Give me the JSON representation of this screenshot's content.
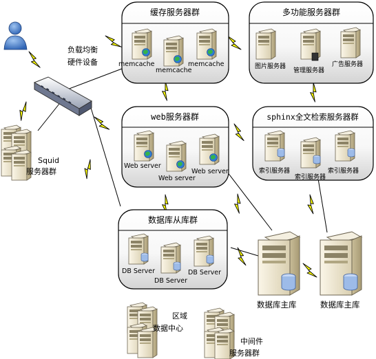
{
  "groups": {
    "cache": {
      "title": "缓存服务器群",
      "servers": [
        "memcache",
        "memcache",
        "memcache"
      ]
    },
    "multi": {
      "title": "多功能服务器群",
      "servers": [
        "图片服务器",
        "管理服务器",
        "广告服务器"
      ]
    },
    "web": {
      "title": "web服务器群",
      "servers": [
        "Web server",
        "Web server",
        "Web server"
      ]
    },
    "sphinx": {
      "title": "sphinx全文检索服务器群",
      "servers": [
        "索引服务器",
        "索引服务器",
        "索引服务器"
      ]
    },
    "dbslave": {
      "title": "数据库从库群",
      "servers": [
        "DB Server",
        "DB Server",
        "DB Server"
      ]
    }
  },
  "loadbalancer": {
    "line1": "负载均衡",
    "line2": "硬件设备"
  },
  "squid": {
    "line1": "Squid",
    "line2": "服务器群"
  },
  "masters": [
    "数据库主库",
    "数据库主库"
  ],
  "region": {
    "line1": "区域",
    "line2": "数据中心"
  },
  "middleware": {
    "line1": "中间件",
    "line2": "服务器群"
  },
  "colors": {
    "bolt": "#ffff00",
    "bolt_stroke": "#000000",
    "box_top": "#ffffff",
    "box_bottom": "#d6d6d6",
    "server_body": "#e8e0c8"
  }
}
